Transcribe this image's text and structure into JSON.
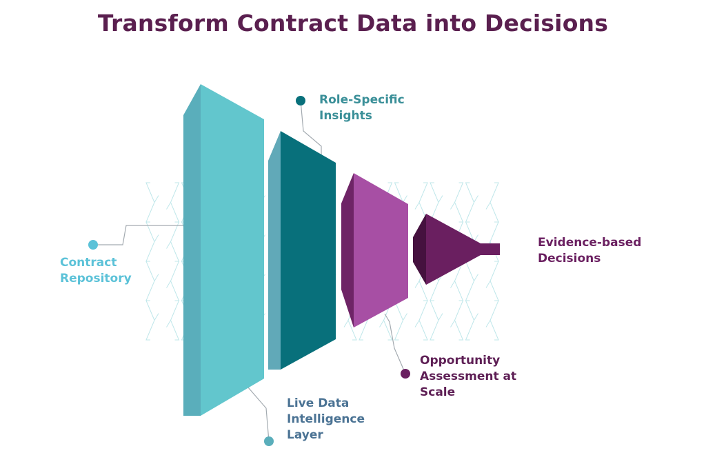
{
  "title": "Transform Contract Data into Decisions",
  "colors": {
    "title": "#5a1f4f",
    "pattern": "#bfe7ea",
    "stage1_front": "#62c6cd",
    "stage1_side": "#5aaebb",
    "stage2_front": "#08707b",
    "stage2_side": "#61a9b8",
    "stage3_front": "#a74fa4",
    "stage3_side": "#6e2466",
    "stage4_front": "#6a1f60",
    "stage4_side": "#45113f",
    "connector": "#a3aab0",
    "role_label": "#3a8f98",
    "contract_label": "#5cc2d8",
    "live_label": "#4b7394",
    "opportunity_label": "#5e1f55",
    "evidence_label": "#6a1f60",
    "role_dot": "#08707b",
    "contract_dot": "#5cc2d8",
    "live_dot": "#5aaebb",
    "opportunity_dot": "#6a1f60"
  },
  "labels": {
    "role": [
      "Role-Specific",
      "Insights"
    ],
    "contract": [
      "Contract",
      "Repository"
    ],
    "live": [
      "Live Data",
      "Intelligence",
      "Layer"
    ],
    "opportunity": [
      "Opportunity",
      "Assessment at",
      "Scale"
    ],
    "evidence": [
      "Evidence-based",
      "Decisions"
    ]
  }
}
